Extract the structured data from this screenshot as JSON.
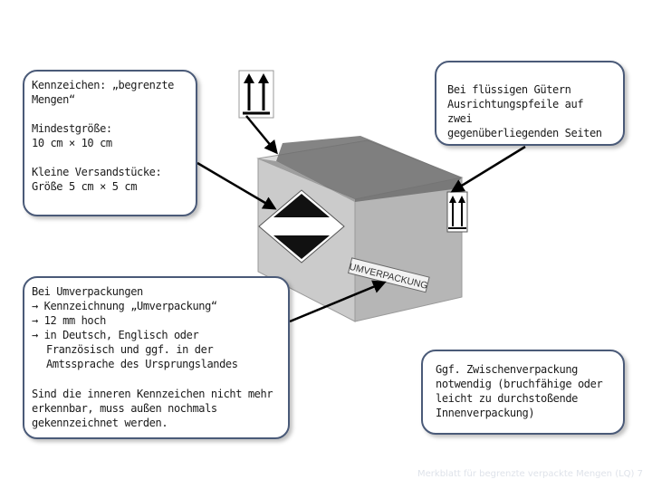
{
  "callouts": {
    "limited_quantities": {
      "title_line1": "Kennzeichen: „begrenzte",
      "title_line2": "Mengen“",
      "min_size_label": "Mindestgröße:",
      "min_size_value": "10 cm × 10 cm",
      "small_packages_label": "Kleine Versandstücke:",
      "small_packages_value": "Größe 5 cm × 5 cm"
    },
    "liquids": {
      "line1": "Bei flüssigen Gütern",
      "line2": "Ausrichtungspfeile auf zwei",
      "line3": "gegenüberliegenden Seiten"
    },
    "overpack": {
      "line1": "Bei Umverpackungen",
      "line2": "→ Kennzeichnung „Umverpackung“",
      "line3": "→ 12 mm hoch",
      "line4": "→  in Deutsch, Englisch oder",
      "line5": "Französisch und ggf. in der",
      "line6": "Amtssprache des Ursprungslandes",
      "line7": "Sind die inneren Kennzeichen nicht mehr",
      "line8": "erkennbar, muss außen nochmals",
      "line9": "gekennzeichnet werden."
    },
    "intermediate": {
      "line1": "Ggf. Zwischenverpackung",
      "line2": "notwendig (bruchfähige oder",
      "line3": "leicht zu durchstoßende",
      "line4": "Innenverpackung)"
    }
  },
  "box_label": "UMVERPACKUNG",
  "footer": "Merkblatt für begrenzte verpackte Mengen (LQ) 7",
  "colors": {
    "callout_border": "#4a5a78",
    "box_front": "#c9c9c9",
    "box_top": "#dcdcdc",
    "box_side": "#b5b5b5",
    "tape": "#6f6f6f",
    "arrow": "#000000"
  }
}
